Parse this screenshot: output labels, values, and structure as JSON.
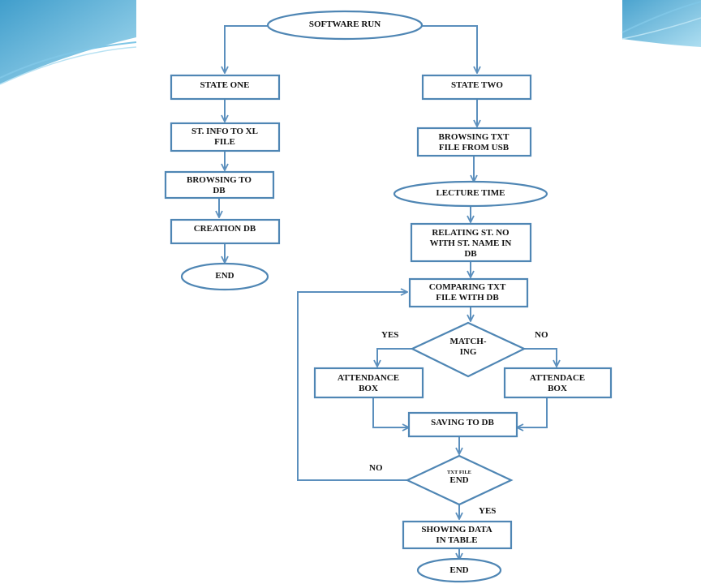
{
  "flowchart": {
    "start": "SOFTWARE RUN",
    "state_one": "STATE ONE",
    "st_info": [
      "ST. INFO TO XL",
      "FILE"
    ],
    "browsing_db": [
      "BROWSING TO",
      "DB"
    ],
    "creation_db": "CREATION DB",
    "end_left": "END",
    "state_two": "STATE TWO",
    "browsing_txt": [
      "BROWSING TXT",
      "FILE FROM USB"
    ],
    "lecture_time": "LECTURE TIME",
    "relating": [
      "RELATING ST. NO",
      "WITH ST. NAME IN",
      "DB"
    ],
    "comparing": [
      "COMPARING TXT",
      "FILE WITH DB"
    ],
    "matching": [
      "MATCH-",
      "ING"
    ],
    "yes_label": "YES",
    "no_label": "NO",
    "attendance_box": [
      "ATTENDANCE",
      "BOX"
    ],
    "attendace_box": [
      "ATTENDACE",
      "BOX"
    ],
    "saving": "SAVING TO DB",
    "txt_file_small": "TXT FILE",
    "txt_end": "END",
    "loop_no": "NO",
    "end_yes": "YES",
    "showing": [
      "SHOWING DATA",
      "IN TABLE"
    ],
    "end_final": "END"
  },
  "colors": {
    "shape_stroke": "#4f86b4",
    "line": "#5b8fbd",
    "swoosh": "#3aa3cf"
  }
}
